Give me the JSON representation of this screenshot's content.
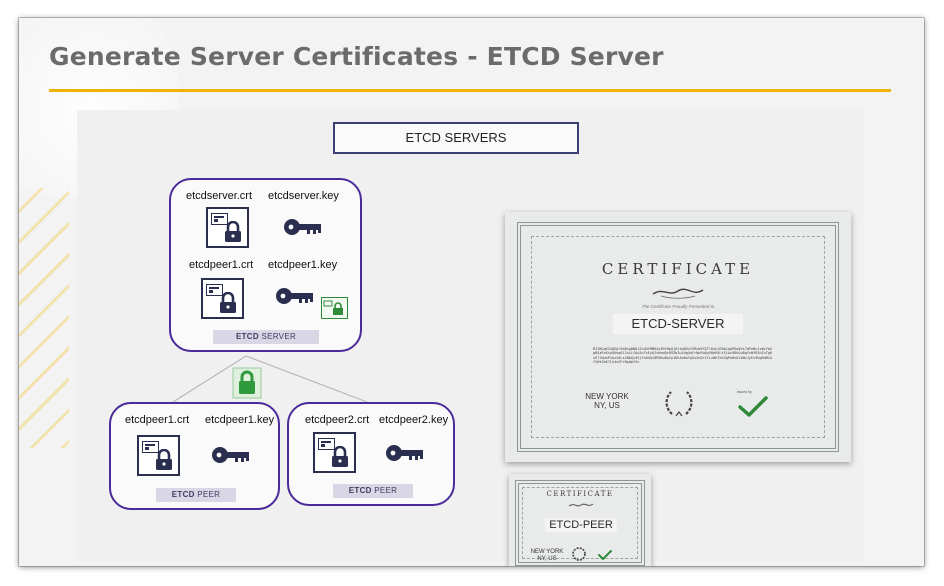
{
  "slide": {
    "title": "Generate Server Certificates - ETCD Server",
    "accent_color": "#efb20a",
    "title_color": "#6b6b6b"
  },
  "diagram": {
    "servers_header": "ETCD SERVERS",
    "group_border_color": "#4b2a9a",
    "server_group": {
      "tag_bold": "ETCD",
      "tag_rest": " SERVER",
      "files": [
        {
          "name": "etcdserver.crt",
          "icon": "certificate-lock-icon"
        },
        {
          "name": "etcdserver.key",
          "icon": "key-icon"
        },
        {
          "name": "etcdpeer1.crt",
          "icon": "certificate-lock-icon"
        },
        {
          "name": "etcdpeer1.key",
          "icon": "key-icon"
        }
      ]
    },
    "peer_connection_icon": "green-lock-icon",
    "peer_groups": [
      {
        "tag_bold": "ETCD",
        "tag_rest": " PEER",
        "files": [
          {
            "name": "etcdpeer1.crt",
            "icon": "certificate-lock-icon"
          },
          {
            "name": "etcdpeer1.key",
            "icon": "key-icon"
          }
        ]
      },
      {
        "tag_bold": "ETCD",
        "tag_rest": " PEER",
        "files": [
          {
            "name": "etcdpeer2.crt",
            "icon": "certificate-lock-icon"
          },
          {
            "name": "etcdpeer2.key",
            "icon": "key-icon"
          }
        ]
      }
    ],
    "server_certificate": {
      "title": "CERTIFICATE",
      "subtitle": "The Certificate Proudly Presented to",
      "name": "ETCD-SERVER",
      "body_text": "MIIBCgKCAQEAr9a8sgDNb1ZzUOfBMK4x3RYHpQj6t1mN5vYZRcWfX2TlKuhjE0bLqAPGo8Vs7dFeNnJcWiYmXgB4zRrKtp9UhqOl2xLLfAw3nTsEy6JvKmdQcR5ZbIu1HgXoFrNpPw0yV8eMiLtSjAz9DkOuBqYcWfR3hInTgKxEl7mUoPvAzZdLs2NbGy4VjFe0XQi8MtRwBaCp1KhJm6oYgSu5nDrIfLzWkTaV3qPeHxOlbNcJyEs9UgRdMiAf2WtZoK7Lh4vGFrBpQmYSx",
      "location_line1": "NEW YORK",
      "location_line2": "NY, US",
      "issued_label": "issued by"
    },
    "peer_certificate": {
      "title": "CERTIFICATE",
      "name": "ETCD-PEER",
      "location_line1": "NEW YORK",
      "location_line2": "NY, US"
    }
  }
}
